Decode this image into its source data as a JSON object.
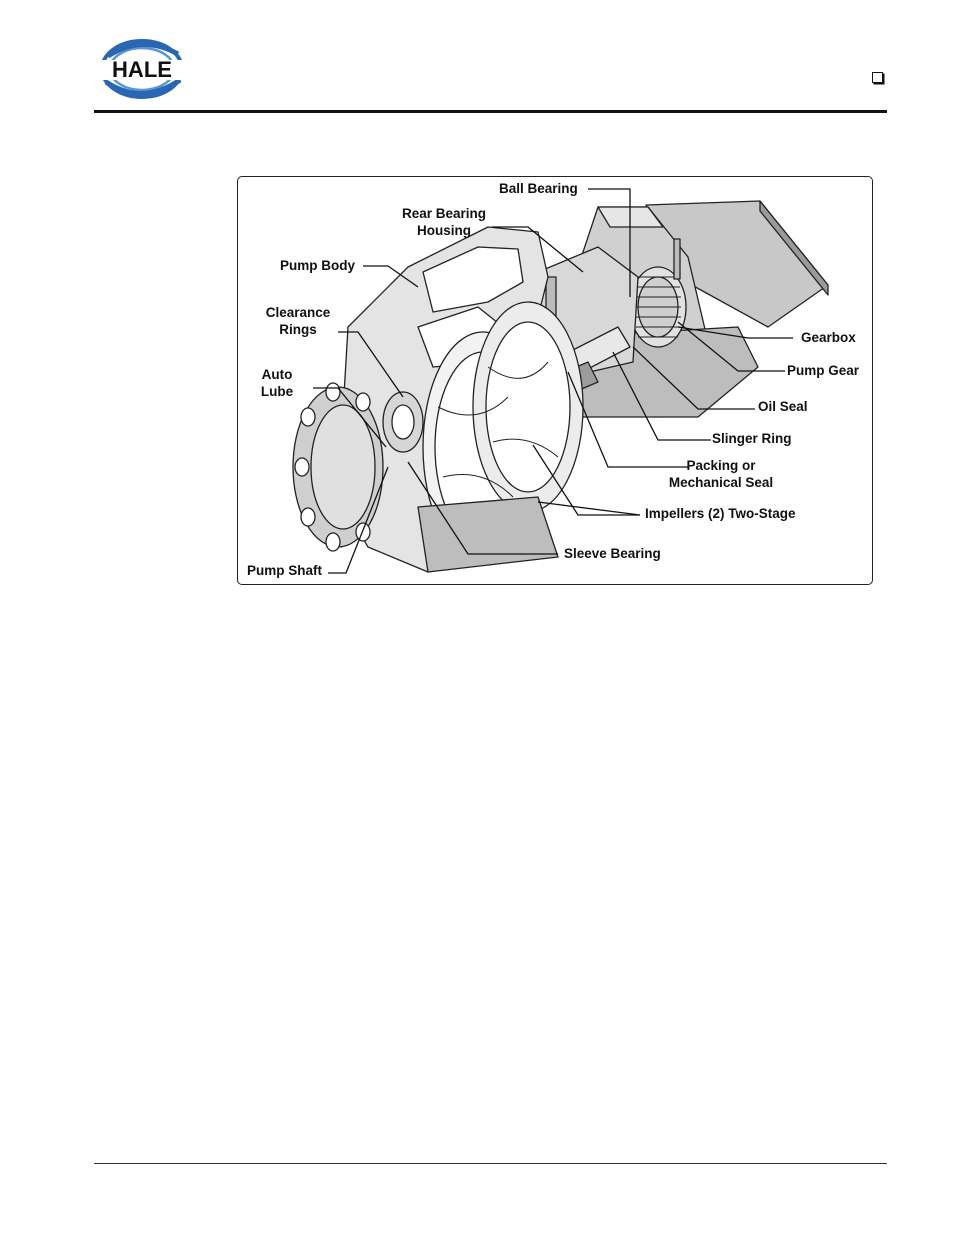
{
  "header": {
    "logo_text": "HALE",
    "checkbox_glyph": "checkbox-icon"
  },
  "figure": {
    "labels": {
      "ball_bearing": "Ball Bearing",
      "rear_bearing_housing_l1": "Rear Bearing",
      "rear_bearing_housing_l2": "Housing",
      "pump_body": "Pump Body",
      "clearance_rings_l1": "Clearance",
      "clearance_rings_l2": "Rings",
      "auto_lube_l1": "Auto",
      "auto_lube_l2": "Lube",
      "pump_shaft": "Pump Shaft",
      "gearbox": "Gearbox",
      "pump_gear": "Pump Gear",
      "oil_seal": "Oil Seal",
      "slinger_ring": "Slinger Ring",
      "packing_l1": "Packing or",
      "packing_l2": "Mechanical Seal",
      "impellers": "Impellers (2) Two-Stage",
      "sleeve_bearing": "Sleeve Bearing"
    }
  }
}
